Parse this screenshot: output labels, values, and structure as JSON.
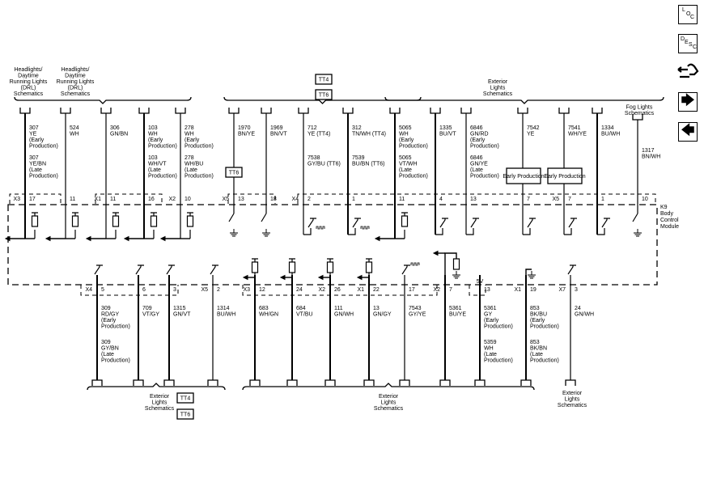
{
  "nav": {
    "loc": [
      "L",
      "O",
      "C"
    ],
    "desc": [
      "D",
      "E",
      "S",
      "C"
    ],
    "next_icon": "arrow-right-icon",
    "prev_icon": "arrow-left-icon",
    "connector_icon": "connector-hand-icon"
  },
  "module_label": [
    "K9",
    "Body",
    "Control",
    "Module"
  ],
  "top_groups": [
    {
      "label": [
        "Headlights/",
        "Daytime",
        "Running Lights",
        "(DRL)",
        "Schematics"
      ],
      "tags": []
    },
    {
      "label": [
        "Headlights/",
        "Daytime",
        "Running Lights",
        "(DRL)",
        "Schematics"
      ],
      "tags": [
        "TT4",
        "TT6"
      ]
    },
    {
      "label": [
        "Exterior",
        "Lights",
        "Schematics"
      ],
      "tags": []
    },
    {
      "label": [
        "Fog Lights",
        "Schematics"
      ],
      "tags": []
    }
  ],
  "bottom_groups": [
    {
      "label": [
        "Exterior",
        "Lights",
        "Schematics"
      ],
      "tags": [
        "TT4",
        "TT6"
      ]
    },
    {
      "label": [
        "Exterior",
        "Lights",
        "Schematics"
      ],
      "tags": []
    },
    {
      "label": [
        "Exterior",
        "Lights",
        "Schematics"
      ],
      "tags": []
    }
  ],
  "top_wires": [
    {
      "label": [
        "307",
        "YE",
        "(Early",
        "Production)"
      ],
      "label2": [
        "307",
        "YE/BN",
        "(Late",
        "Production)"
      ],
      "conn": "X3",
      "pin": "17",
      "sym": "resistor"
    },
    {
      "label": [
        "524",
        "WH"
      ],
      "label2": [],
      "conn": "",
      "pin": "11",
      "sym": "resistor"
    },
    {
      "label": [
        "306",
        "GN/BN"
      ],
      "label2": [],
      "conn": "X1",
      "pin": "11",
      "sym": "resistor"
    },
    {
      "label": [
        "103",
        "WH",
        "(Early",
        "Production)"
      ],
      "label2": [
        "103",
        "WH/VT",
        "(Late",
        "Production)"
      ],
      "conn": "",
      "pin": "16",
      "sym": "resistor"
    },
    {
      "label": [
        "278",
        "WH",
        "(Early",
        "Production)"
      ],
      "label2": [
        "278",
        "WH/BU",
        "(Late",
        "Production)"
      ],
      "conn": "X2",
      "pin": "10",
      "sym": "resistor"
    },
    {
      "label": [
        "1970",
        "BN/YE"
      ],
      "label2": [],
      "conn": "X5",
      "pin": "13",
      "sym": "switch-ground",
      "tag": "TT6"
    },
    {
      "label": [
        "1969",
        "BN/VT"
      ],
      "label2": [],
      "conn": "",
      "pin": "18",
      "sym": "switch-ground"
    },
    {
      "label": [
        "712",
        "YE (TT4)"
      ],
      "label2": [
        "7538",
        "GY/BU (TT6)"
      ],
      "conn": "X4",
      "pin": "2",
      "sym": "switch-pwm"
    },
    {
      "label": [
        "312",
        "TN/WH (TT4)"
      ],
      "label2": [
        "7539",
        "BU/BN (TT6)"
      ],
      "conn": "",
      "pin": "1",
      "sym": "switch-pwm"
    },
    {
      "label": [
        "5065",
        "WH",
        "(Early",
        "Production)"
      ],
      "label2": [
        "5065",
        "VT/WH",
        "(Late",
        "Production)"
      ],
      "conn": "",
      "pin": "11",
      "sym": "resistor"
    },
    {
      "label": [
        "1335",
        "BU/VT"
      ],
      "label2": [],
      "conn": "",
      "pin": "4",
      "sym": "switch"
    },
    {
      "label": [
        "6846",
        "GN/RD",
        "(Early",
        "Production)"
      ],
      "label2": [
        "6846",
        "GN/YE",
        "(Late",
        "Production)"
      ],
      "conn": "",
      "pin": "13",
      "sym": "switch"
    },
    {
      "label": [
        "7542",
        "YE"
      ],
      "label2": [],
      "conn": "",
      "pin": "7",
      "sym": "switch",
      "tag": "Early Production"
    },
    {
      "label": [
        "7541",
        "WH/YE"
      ],
      "label2": [],
      "conn": "X5",
      "pin": "7",
      "sym": "switch",
      "tag": "Early Production"
    },
    {
      "label": [
        "1334",
        "BU/WH"
      ],
      "label2": [],
      "conn": "",
      "pin": "1",
      "sym": "switch"
    },
    {
      "label": [
        "1317",
        "BN/WH"
      ],
      "label2": [],
      "conn": "",
      "pin": "10",
      "sym": "switch-ground"
    }
  ],
  "bottom_wires": [
    {
      "label": [
        "309",
        "RD/GY",
        "(Early",
        "Production)"
      ],
      "label2": [
        "309",
        "GY/BN",
        "(Late",
        "Production)"
      ],
      "conn": "X4",
      "pin": "5",
      "sym": "switch"
    },
    {
      "label": [
        "709",
        "VT/GY"
      ],
      "label2": [],
      "conn": "",
      "pin": "6",
      "sym": "switch"
    },
    {
      "label": [
        "1315",
        "GN/VT"
      ],
      "label2": [],
      "conn": "",
      "pin": "3",
      "sym": "switch"
    },
    {
      "label": [
        "1314",
        "BU/WH"
      ],
      "label2": [],
      "conn": "X5",
      "pin": "2",
      "sym": "switch"
    },
    {
      "label": [
        "683",
        "WH/GN"
      ],
      "label2": [],
      "conn": "X3",
      "pin": "12",
      "sym": "resistor"
    },
    {
      "label": [
        "684",
        "VT/BU"
      ],
      "label2": [],
      "conn": "",
      "pin": "24",
      "sym": "resistor"
    },
    {
      "label": [
        "111",
        "GN/WH"
      ],
      "label2": [],
      "conn": "X2",
      "pin": "26",
      "sym": "resistor"
    },
    {
      "label": [
        "13",
        "GN/GY"
      ],
      "label2": [],
      "conn": "X1",
      "pin": "22",
      "sym": "resistor"
    },
    {
      "label": [
        "7543",
        "GY/YE"
      ],
      "label2": [],
      "conn": "",
      "pin": "17",
      "sym": "switch-pwm"
    },
    {
      "label": [
        "5361",
        "BU/YE"
      ],
      "label2": [],
      "conn": "X2",
      "pin": "7",
      "sym": "resistor-ground"
    },
    {
      "label": [
        "5361",
        "GY",
        "(Early",
        "Production)"
      ],
      "label2": [
        "5359",
        "WH",
        "(Late",
        "Production)"
      ],
      "conn": "",
      "pin": "13",
      "sym": "5v",
      "supply": "5V"
    },
    {
      "label": [
        "853",
        "BK/BU",
        "(Early",
        "Production)"
      ],
      "label2": [
        "853",
        "BK/BN",
        "(Late",
        "Production)"
      ],
      "conn": "X1",
      "pin": "19",
      "sym": "ground"
    },
    {
      "label": [
        "24",
        "GN/WH"
      ],
      "label2": [],
      "conn": "X7",
      "pin": "3",
      "sym": "switch"
    }
  ]
}
